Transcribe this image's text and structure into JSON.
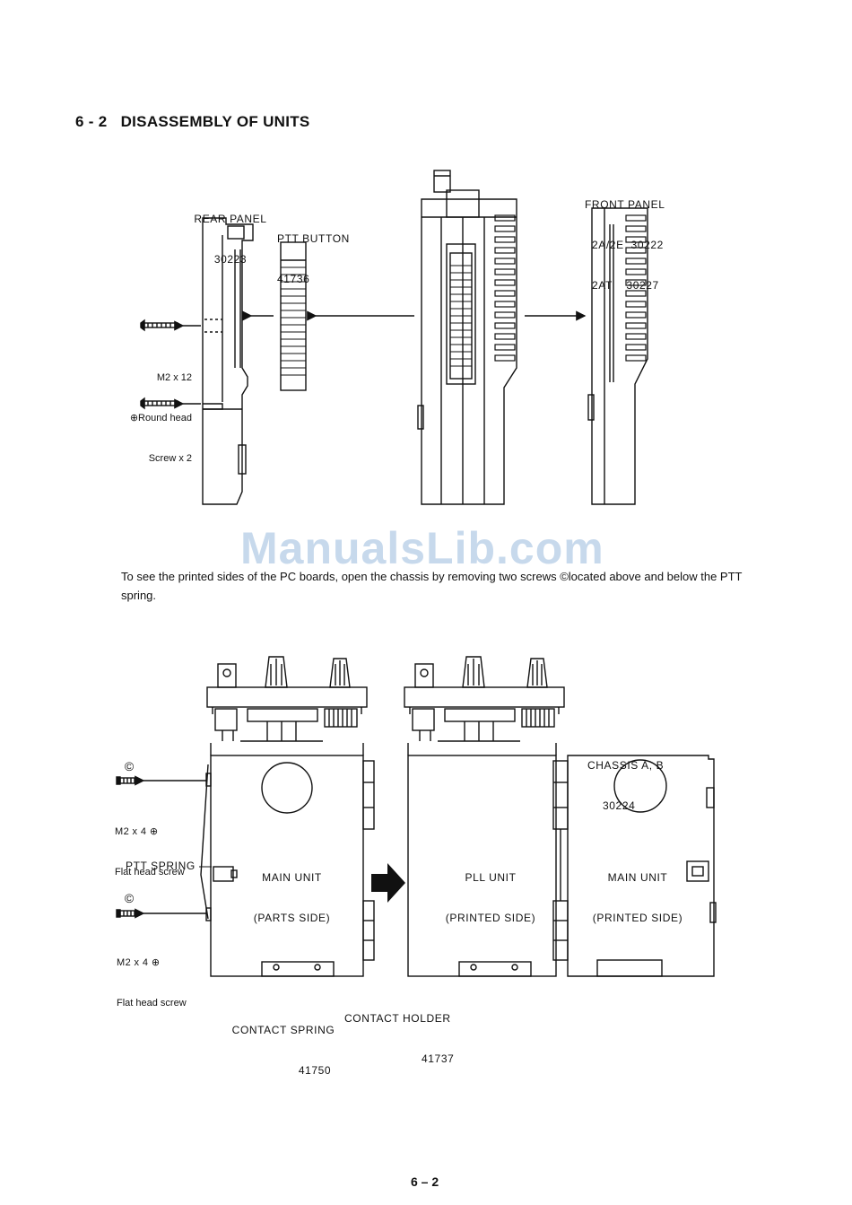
{
  "watermark": "ManualsLib.com",
  "section_heading": "6 - 2   DISASSEMBLY OF UNITS",
  "figure1": {
    "rear_panel": {
      "name": "REAR PANEL",
      "number": "30223"
    },
    "ptt_button": {
      "name": "PTT BUTTON",
      "number": "41736"
    },
    "front_panel": {
      "name": "FRONT PANEL",
      "line2": "2A/2E  30222",
      "line3": "2AT    30227"
    },
    "screw": {
      "line1": "M2 x 12",
      "line2": "⊕Round head",
      "line3": "Screw x 2"
    }
  },
  "instruction": {
    "text_before": "To see the printed sides of the PC boards, open the chassis by removing two screws ",
    "symbol": "©",
    "text_after": "located above and below the PTT spring."
  },
  "figure2": {
    "screw_top": {
      "symbol": "©",
      "line1": "M2 x 4 ⊕",
      "line2": "Flat head screw"
    },
    "ptt_spring": "PTT SPRING",
    "screw_bottom": {
      "symbol": "©",
      "line1": "M2 x 4 ⊕",
      "line2": "Flat head screw"
    },
    "main_unit_parts": {
      "line1": "MAIN UNIT",
      "line2": "(PARTS SIDE)"
    },
    "pll_unit_printed": {
      "line1": "PLL UNIT",
      "line2": "(PRINTED SIDE)"
    },
    "main_unit_printed": {
      "line1": "MAIN UNIT",
      "line2": "(PRINTED SIDE)"
    },
    "chassis": {
      "name": "CHASSIS A, B",
      "number": "30224"
    },
    "contact_spring": {
      "name": "CONTACT SPRING",
      "number": "41750"
    },
    "contact_holder": {
      "name": "CONTACT HOLDER",
      "number": "41737"
    }
  },
  "page_number": "6 – 2"
}
